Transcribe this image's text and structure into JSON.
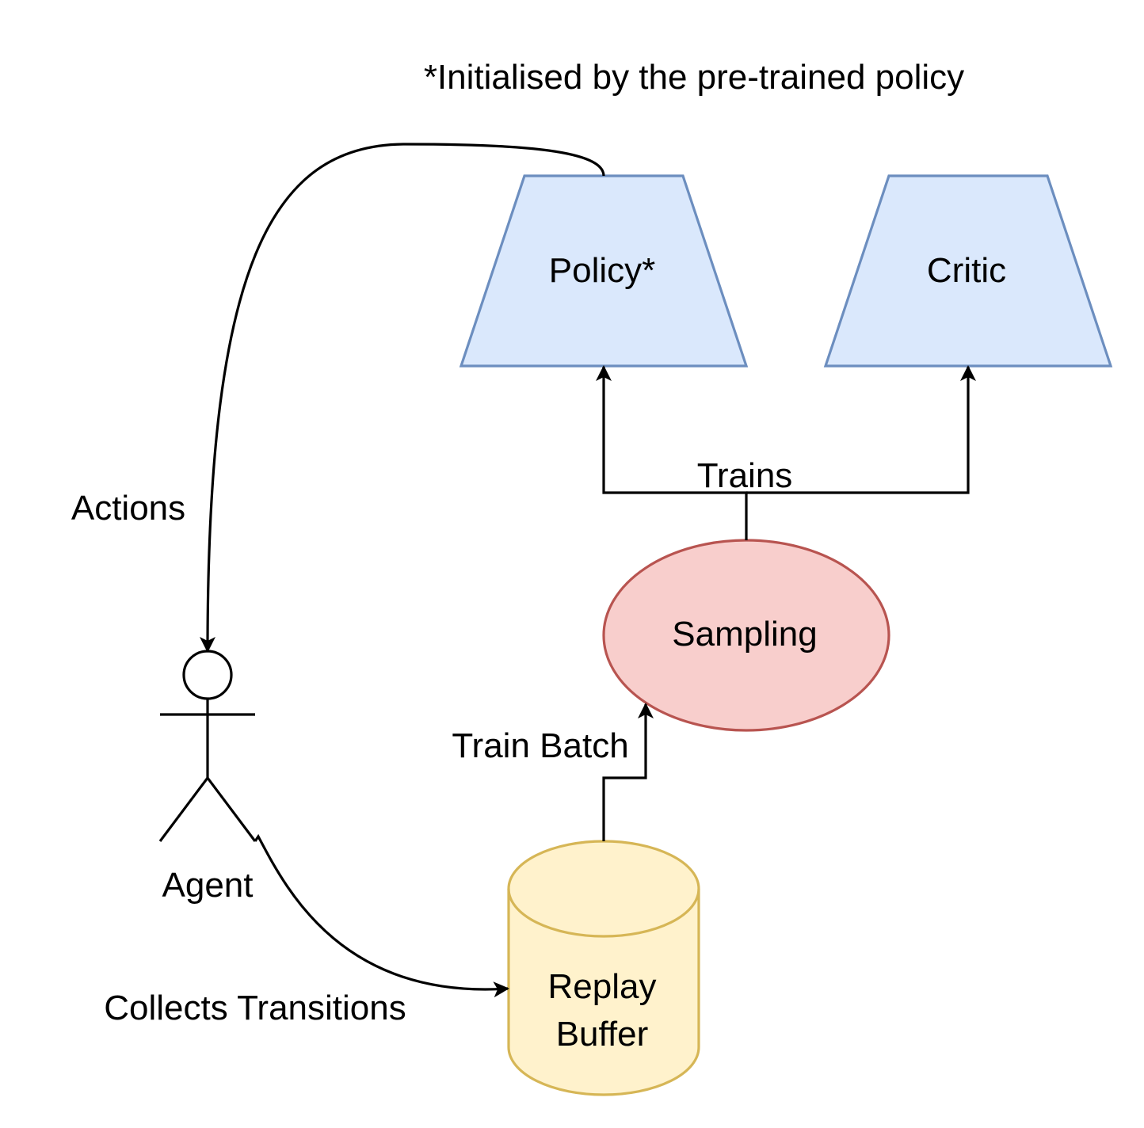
{
  "note": "*Initialised by the pre-trained policy",
  "nodes": {
    "policy": {
      "label": "Policy*"
    },
    "critic": {
      "label": "Critic"
    },
    "sampling": {
      "label": "Sampling"
    },
    "replay_buffer": {
      "label_line1": "Replay",
      "label_line2": "Buffer"
    },
    "agent": {
      "label": "Agent"
    }
  },
  "edges": {
    "actions": {
      "label": "Actions"
    },
    "trains": {
      "label": "Trains"
    },
    "train_batch": {
      "label": "Train Batch"
    },
    "collects": {
      "label": "Collects Transitions"
    }
  },
  "colors": {
    "network_fill": "#dae8fc",
    "network_stroke": "#6c8ebf",
    "sampling_fill": "#f8cecc",
    "sampling_stroke": "#b85450",
    "buffer_fill": "#fff2cc",
    "buffer_stroke": "#d6b656",
    "edge": "#000000"
  }
}
